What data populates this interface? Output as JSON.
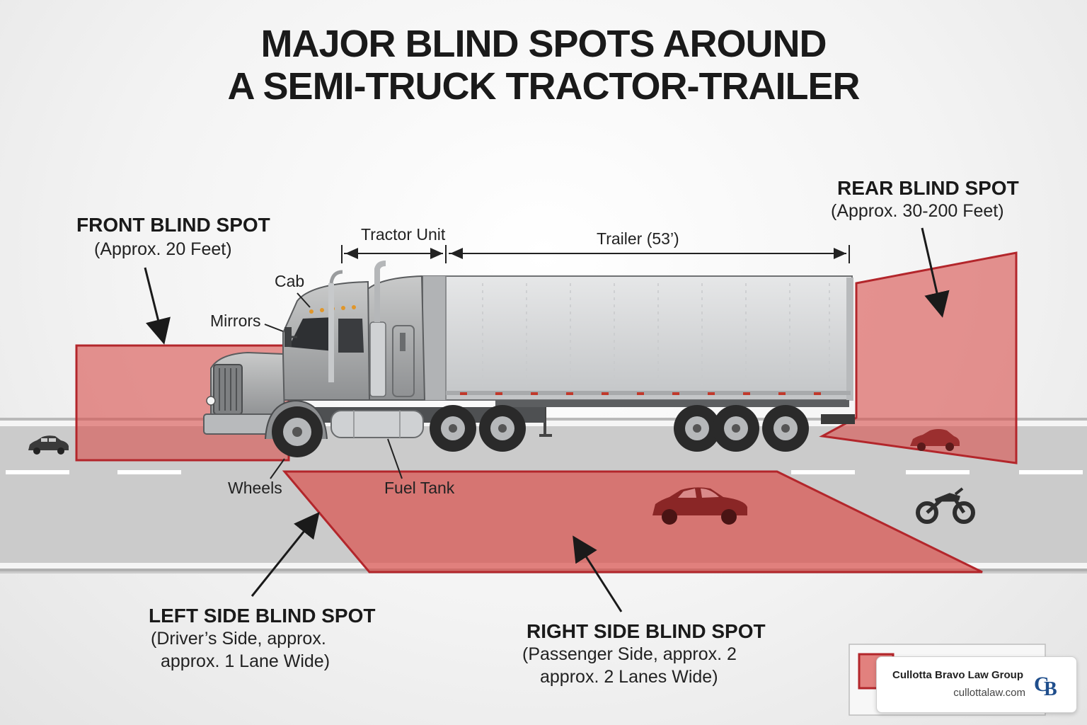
{
  "title": {
    "line1": "MAJOR BLIND SPOTS AROUND",
    "line2": "A SEMI-TRUCK TRACTOR-TRAILER"
  },
  "zones": {
    "front": {
      "title": "FRONT BLIND SPOT",
      "subtitle": "(Approx. 20 Feet)"
    },
    "rear": {
      "title": "REAR BLIND SPOT",
      "subtitle": "(Approx. 30-200 Feet)"
    },
    "left": {
      "title": "LEFT SIDE BLIND SPOT",
      "subtitle_line1": "(Driver’s Side, approx.",
      "subtitle_line2": "approx. 1 Lane Wide)"
    },
    "right": {
      "title": "RIGHT SIDE BLIND SPOT",
      "subtitle_line1": "(Passenger Side, approx. 2",
      "subtitle_line2": "approx. 2 Lanes Wide)"
    }
  },
  "parts": {
    "tractor_unit": "Tractor Unit",
    "trailer": "Trailer (53’)",
    "cab": "Cab",
    "mirrors": "Mirrors",
    "wheels": "Wheels",
    "fuel_tank": "Fuel Tank"
  },
  "credit": {
    "firm": "Cullotta Bravo Law Group",
    "url": "cullottalaw.com",
    "logo_text": "CB"
  },
  "colors": {
    "blind_spot_fill": "#d9534f",
    "blind_spot_edge": "#b3262b",
    "road": "#c9c9c9",
    "truck_body": "#9fa1a3"
  }
}
